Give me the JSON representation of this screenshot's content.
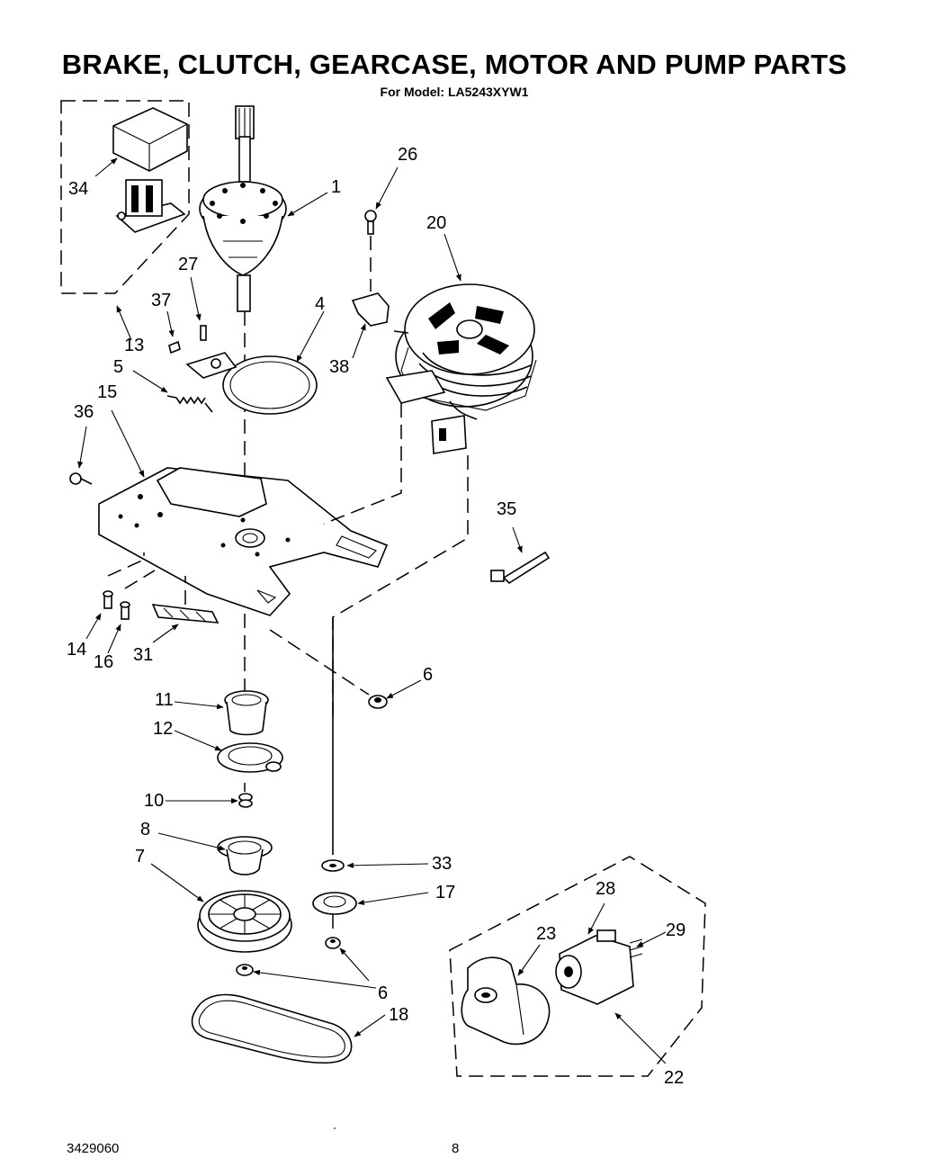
{
  "title": "BRAKE, CLUTCH, GEARCASE, MOTOR AND PUMP PARTS",
  "subtitle": "For Model: LA5243XYW1",
  "footer": {
    "doc_number": "3429060",
    "page_number": "8"
  },
  "callouts": {
    "c1": "1",
    "c4": "4",
    "c5": "5",
    "c6a": "6",
    "c6b": "6",
    "c7": "7",
    "c8": "8",
    "c10": "10",
    "c11": "11",
    "c12": "12",
    "c13": "13",
    "c14": "14",
    "c15": "15",
    "c16": "16",
    "c17": "17",
    "c18": "18",
    "c20": "20",
    "c22": "22",
    "c23": "23",
    "c26": "26",
    "c27": "27",
    "c28": "28",
    "c29": "29",
    "c31": "31",
    "c33": "33",
    "c34": "34",
    "c35": "35",
    "c36": "36",
    "c37": "37",
    "c38": "38"
  }
}
